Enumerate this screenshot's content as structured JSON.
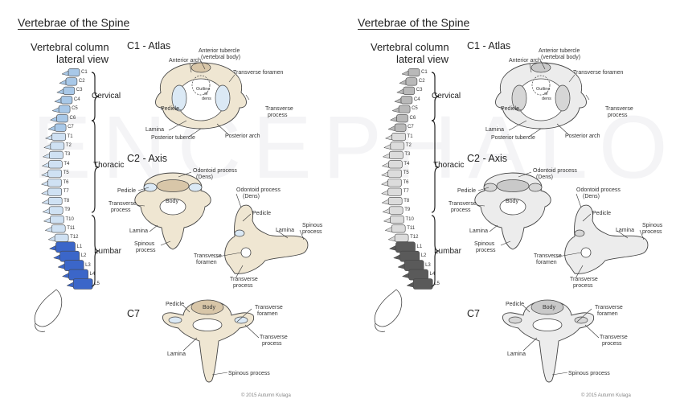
{
  "panels": [
    {
      "id": "color",
      "title": "Vertebrae of the Spine",
      "column_title_1": "Vertebral column",
      "column_title_2": "lateral view",
      "c1_title": "C1 - Atlas",
      "c2_title": "C2 - Axis",
      "c7_title": "C7",
      "regions": {
        "cervical": "Cervical",
        "thoracic": "Thoracic",
        "lumbar": "Lumbar"
      },
      "segments": [
        "C1",
        "C2",
        "C3",
        "C4",
        "C5",
        "C6",
        "C7",
        "T1",
        "T2",
        "T3",
        "T4",
        "T5",
        "T6",
        "T7",
        "T8",
        "T9",
        "T10",
        "T11",
        "T12",
        "L1",
        "L2",
        "L3",
        "L4",
        "L5"
      ],
      "c1_labels": {
        "anterior_tubercle_1": "Anterior tubercle",
        "anterior_tubercle_2": "(vertebral body)",
        "anterior_arch": "Anterior arch",
        "transverse_foramen": "Transverse foramen",
        "outline_1": "Outline",
        "outline_2": "of",
        "outline_3": "dens",
        "pedicle": "Pedicle",
        "transverse_process_1": "Transverse",
        "transverse_process_2": "process",
        "lamina": "Lamina",
        "posterior_tubercle": "Posterior tubercle",
        "posterior_arch": "Posterior arch"
      },
      "c2_labels": {
        "odontoid_1": "Odontoid process",
        "odontoid_2": "(Dens)",
        "pedicle": "Pedicle",
        "body": "Body",
        "transverse_1": "Transverse",
        "transverse_2": "process",
        "lamina": "Lamina",
        "spinous_1": "Spinous",
        "spinous_2": "process",
        "side_odontoid_1": "Odontoid process",
        "side_odontoid_2": "(Dens)",
        "side_pedicle": "Pedicle",
        "side_lamina": "Lamina",
        "side_spinous_1": "Spinous",
        "side_spinous_2": "process",
        "side_tf_1": "Transverse",
        "side_tf_2": "foramen",
        "side_tp_1": "Transverse",
        "side_tp_2": "process"
      },
      "c7_labels": {
        "pedicle": "Pedicle",
        "body": "Body",
        "tf_1": "Transverse",
        "tf_2": "foramen",
        "tp_1": "Transverse",
        "tp_2": "process",
        "lamina": "Lamina",
        "spinous": "Spinous process"
      },
      "copyright": "© 2015 Autumn Kulaga",
      "colors": {
        "cervical": "#a8c8e8",
        "thoracic": "#cfe1f3",
        "lumbar": "#3b66c9",
        "bone": "#efe6d2",
        "body": "#d8c6a8",
        "stroke": "#444444"
      }
    },
    {
      "id": "gray",
      "title": "Vertebrae of the Spine",
      "column_title_1": "Vertebral column",
      "column_title_2": "lateral view",
      "c1_title": "C1 - Atlas",
      "c2_title": "C2 - Axis",
      "c7_title": "C7",
      "regions": {
        "cervical": "Cervical",
        "thoracic": "Thoracic",
        "lumbar": "Lumbar"
      },
      "segments": [
        "C1",
        "C2",
        "C3",
        "C4",
        "C5",
        "C6",
        "C7",
        "T1",
        "T2",
        "T3",
        "T4",
        "T5",
        "T6",
        "T7",
        "T8",
        "T9",
        "T10",
        "T11",
        "T12",
        "L1",
        "L2",
        "L3",
        "L4",
        "L5"
      ],
      "c1_labels": {
        "anterior_tubercle_1": "Anterior tubercle",
        "anterior_tubercle_2": "(vertebral body)",
        "anterior_arch": "Anterior arch",
        "transverse_foramen": "Transverse foramen",
        "outline_1": "Outline",
        "outline_2": "of",
        "outline_3": "dens",
        "pedicle": "Pedicle",
        "transverse_process_1": "Transverse",
        "transverse_process_2": "process",
        "lamina": "Lamina",
        "posterior_tubercle": "Posterior tubercle",
        "posterior_arch": "Posterior arch"
      },
      "c2_labels": {
        "odontoid_1": "Odontoid process",
        "odontoid_2": "(Dens)",
        "pedicle": "Pedicle",
        "body": "Body",
        "transverse_1": "Transverse",
        "transverse_2": "process",
        "lamina": "Lamina",
        "spinous_1": "Spinous",
        "spinous_2": "process",
        "side_odontoid_1": "Odontoid process",
        "side_odontoid_2": "(Dens)",
        "side_pedicle": "Pedicle",
        "side_lamina": "Lamina",
        "side_spinous_1": "Spinous",
        "side_spinous_2": "process",
        "side_tf_1": "Transverse",
        "side_tf_2": "foramen",
        "side_tp_1": "Transverse",
        "side_tp_2": "process"
      },
      "c7_labels": {
        "pedicle": "Pedicle",
        "body": "Body",
        "tf_1": "Transverse",
        "tf_2": "foramen",
        "tp_1": "Transverse",
        "tp_2": "process",
        "lamina": "Lamina",
        "spinous": "Spinous process"
      },
      "copyright": "© 2015 Autumn Kulaga",
      "colors": {
        "cervical": "#b9b9b9",
        "thoracic": "#dcdcdc",
        "lumbar": "#5a5a5a",
        "bone": "#ececec",
        "body": "#c9c9c9",
        "stroke": "#444444"
      }
    }
  ]
}
